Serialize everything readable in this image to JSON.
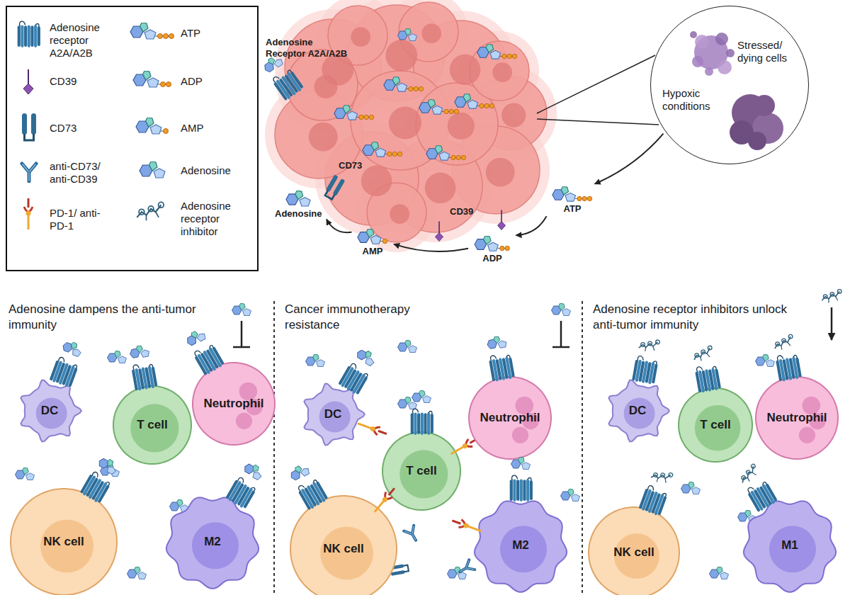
{
  "diagram": {
    "nodes": [
      {
        "text": [
          "Stressed/ dying cells",
          "Hypoxic conditions"
        ]
      },
      {
        "text": [
          "ATP"
        ]
      },
      {
        "text": [
          "ADP"
        ]
      },
      {
        "text": [
          "AMP"
        ]
      },
      {
        "text": [
          "Adenosine"
        ]
      },
      {
        "text": [
          "Adenosine dampens the anti-tumor immunity"
        ]
      },
      {
        "text": [
          "DC"
        ],
        "in": 5
      },
      {
        "text": [
          "T cell"
        ],
        "in": 5
      },
      {
        "text": [
          "Neutrophil"
        ],
        "in": 5
      },
      {
        "text": [
          "NK cell"
        ],
        "in": 5
      },
      {
        "text": [
          "M2"
        ],
        "in": 5
      },
      {
        "text": [
          "Cancer immunotherapy resistance"
        ]
      },
      {
        "text": [
          "DC"
        ],
        "in": 11
      },
      {
        "text": [
          "T cell"
        ],
        "in": 11
      },
      {
        "text": [
          "Neutrophil"
        ],
        "in": 11
      },
      {
        "text": [
          "NK cell"
        ],
        "in": 11
      },
      {
        "text": [
          "M2"
        ],
        "in": 11
      },
      {
        "text": [
          "Adenosine receptor inhibitors unlock anti-tumor immunity"
        ]
      },
      {
        "text": [
          "DC"
        ],
        "in": 17
      },
      {
        "text": [
          "T cell"
        ],
        "in": 17
      },
      {
        "text": [
          "Neutrophil"
        ],
        "in": 17
      },
      {
        "text": [
          "NK cell"
        ],
        "in": 17
      },
      {
        "text": [
          "M1"
        ],
        "in": 17
      }
    ],
    "edges": [
      {
        "from": 0,
        "to": 1,
        "arrow": "to"
      },
      {
        "from": 1,
        "to": 2,
        "arrow": "to"
      },
      {
        "from": 2,
        "to": 3,
        "arrow": "to"
      },
      {
        "from": 3,
        "to": 4,
        "arrow": "to"
      }
    ],
    "labels": [
      "Adenosine Receptor A2A/A2B",
      "CD73",
      "CD39"
    ],
    "legend": [
      {
        "text": "Adenosine receptor A2A/A2B"
      },
      {
        "text": "CD39"
      },
      {
        "text": "CD73"
      },
      {
        "text": "anti-CD73/ anti-CD39"
      },
      {
        "text": "PD-1/ anti-PD-1"
      },
      {
        "text": "ATP"
      },
      {
        "text": "ADP"
      },
      {
        "text": "AMP"
      },
      {
        "text": "Adenosine"
      },
      {
        "text": "Adenosine receptor inhibitor"
      }
    ]
  }
}
